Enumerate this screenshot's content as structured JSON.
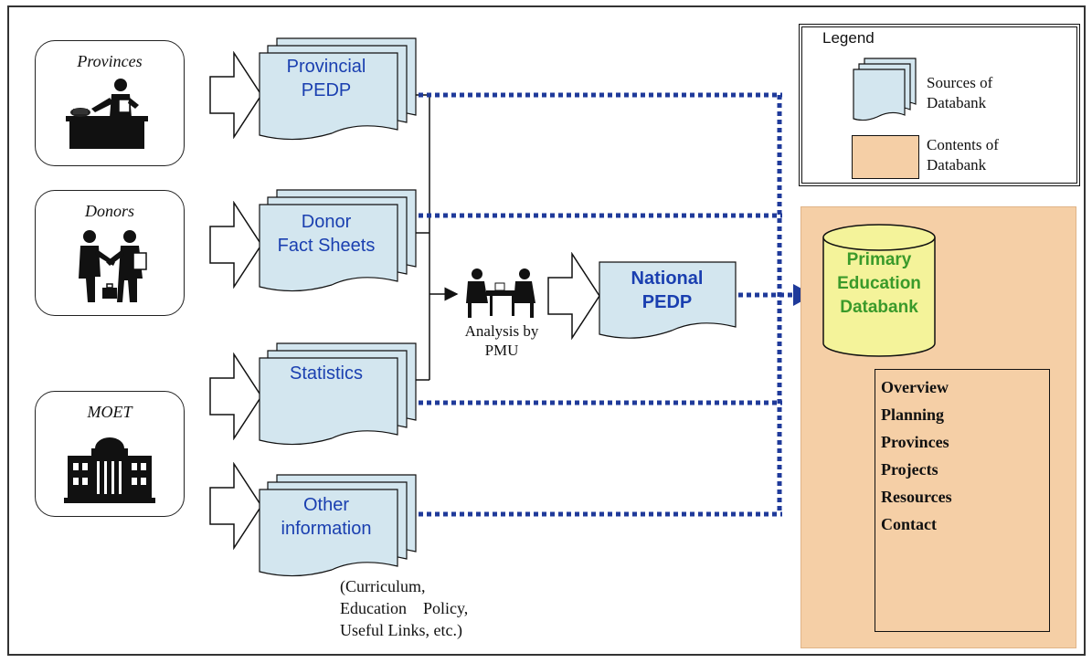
{
  "actors": [
    {
      "label": "Provinces",
      "icon": "person-at-desk-icon"
    },
    {
      "label": "Donors",
      "icon": "handshake-icon"
    },
    {
      "label": "MOET",
      "icon": "government-building-icon"
    }
  ],
  "sources": [
    {
      "label": "Provincial\nPEDP"
    },
    {
      "label": "Donor\nFact Sheets"
    },
    {
      "label": "Statistics"
    },
    {
      "label": "Other\ninformation"
    }
  ],
  "other_info_note": "(Curriculum,\nEducation    Policy,\nUseful Links, etc.)",
  "analysis_label": "Analysis by\nPMU",
  "national_doc": "National\nPEDP",
  "databank": "Primary\nEducation\nDatabank",
  "menu_items": [
    "Overview",
    "Planning",
    "Provinces",
    "Projects",
    "Resources",
    "Contact"
  ],
  "legend": {
    "title": "Legend",
    "sources_label": "Sources of\nDatabank",
    "contents_label": "Contents of\nDatabank"
  },
  "colors": {
    "doc_fill": "#d3e6ef",
    "doc_text": "#1a3fb0",
    "dotted_line": "#1f3a9a",
    "contents_fill": "#f5cfa6",
    "databank_fill": "#f4f39a",
    "databank_text": "#3a9a2a"
  }
}
